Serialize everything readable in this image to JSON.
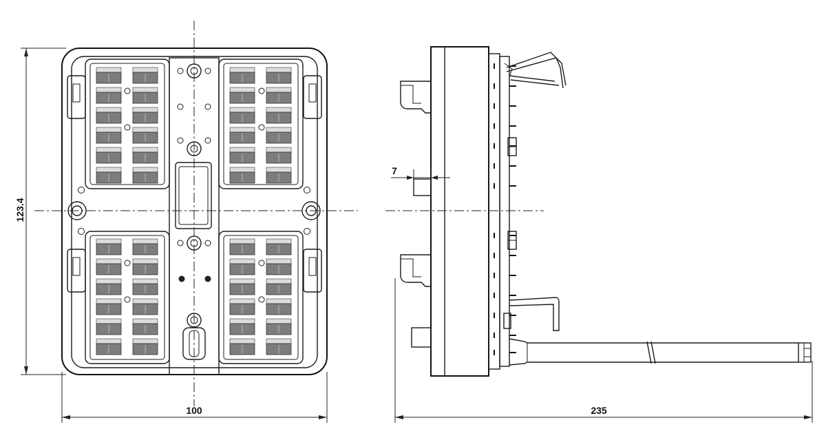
{
  "dimensions": {
    "height": "123.4",
    "front_width": "100",
    "side_length": "235",
    "offset": "7"
  },
  "colors": {
    "line": "#1a1a1a",
    "fuse": "#7d7d7d",
    "background": "#ffffff"
  },
  "fuse_block": {
    "groups": 4,
    "rows_per_group": 6,
    "columns_per_group": 2
  }
}
